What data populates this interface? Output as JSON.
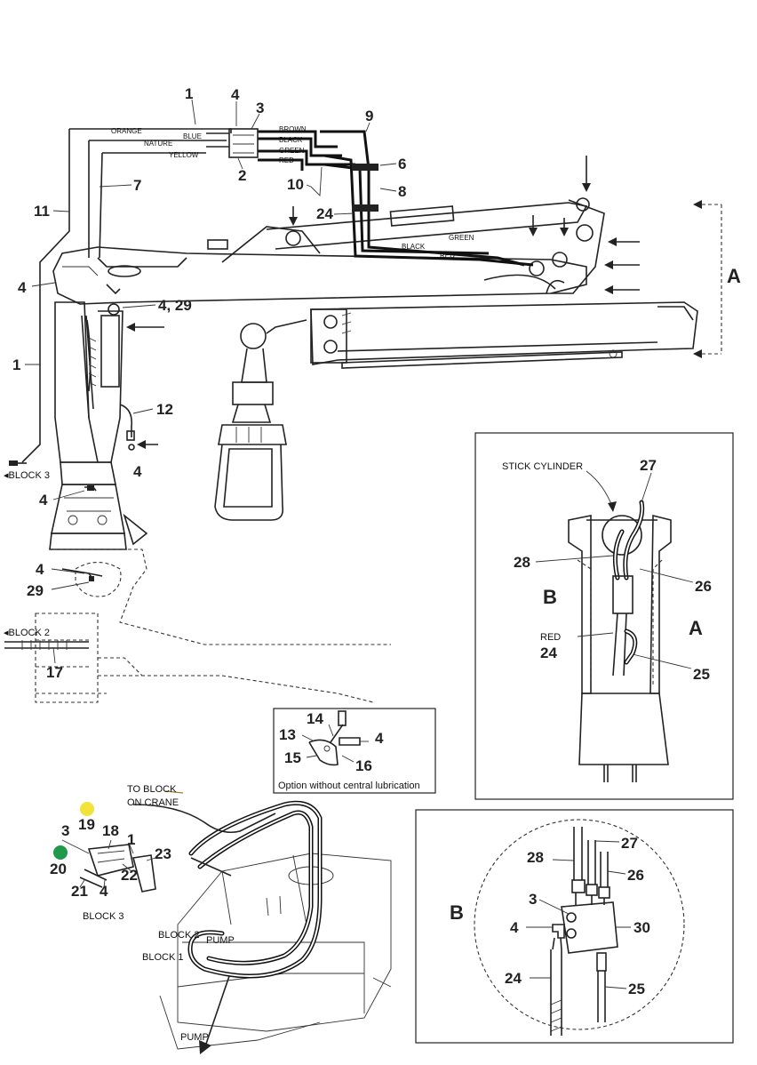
{
  "labels": {
    "n1_top": "1",
    "n4_top": "4",
    "n3_top": "3",
    "n2_top": "2",
    "n9": "9",
    "n6": "6",
    "n8": "8",
    "n7": "7",
    "n11": "11",
    "n10": "10",
    "n24_top": "24",
    "n4_left": "4",
    "n4_29": "4, 29",
    "n1_left": "1",
    "n12": "12",
    "n4_mid": "4",
    "n4_base": "4",
    "n4_low": "4",
    "n29_low": "29",
    "n17": "17",
    "A_main": "A"
  },
  "wires": {
    "orange": "ORANGE",
    "blue": "BLUE",
    "nature": "NATURE",
    "yellow": "YELLOW",
    "brown": "BROWN",
    "black": "BLACK",
    "green": "GREEN",
    "red": "RED",
    "green2": "GREEN",
    "black2": "BLACK",
    "red2": "RED"
  },
  "blocks": {
    "block3_left": "◂BLOCK 3",
    "block2_left": "◂BLOCK 2"
  },
  "option_inset": {
    "n14": "14",
    "n13": "13",
    "n4": "4",
    "n15": "15",
    "n16": "16",
    "caption": "Option without central lubrication"
  },
  "detail_a": {
    "title": "STICK CYLINDER",
    "n27": "27",
    "n28": "28",
    "n26": "26",
    "B": "B",
    "red": "RED",
    "n24": "24",
    "A": "A",
    "n25": "25"
  },
  "pump_area": {
    "to_block_1": "TO BLOCK",
    "to_block_2": "ON CRANE",
    "n3": "3",
    "n19": "19",
    "n18": "18",
    "n1": "1",
    "n20": "20",
    "n22": "22",
    "n23": "23",
    "n21": "21",
    "n4": "4",
    "block3": "BLOCK 3",
    "block2": "BLOCK 2",
    "pump_label": "PUMP",
    "block1": "BLOCK 1",
    "pump_bottom": "PUMP"
  },
  "detail_b": {
    "B": "B",
    "n28": "28",
    "n27": "27",
    "n26": "26",
    "n3": "3",
    "n4": "4",
    "n30": "30",
    "n24": "24",
    "n25": "25"
  },
  "colors": {
    "yellow_dot": "#f2e23a",
    "green_dot": "#1f9a4a",
    "line": "#222222"
  }
}
